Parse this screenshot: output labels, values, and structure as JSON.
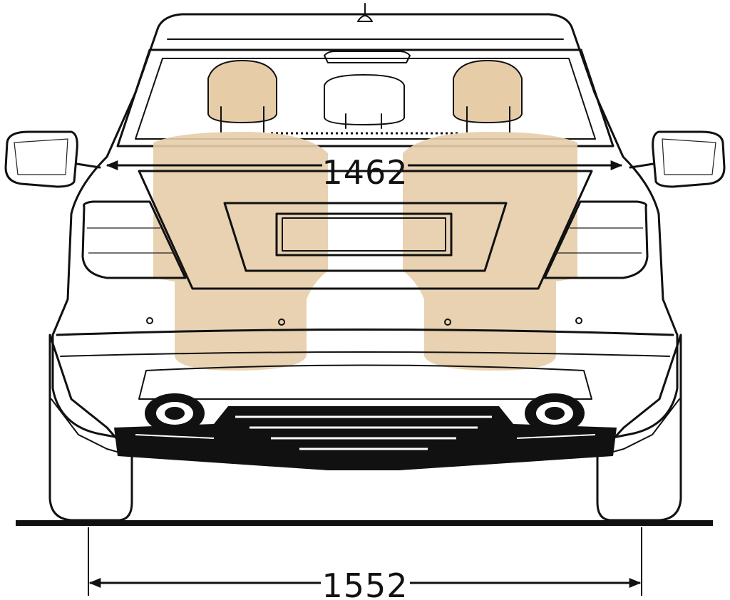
{
  "diagram": {
    "dimensions": [
      {
        "id": "track-width-upper",
        "value": "1462"
      },
      {
        "id": "track-width-lower",
        "value": "1552"
      }
    ]
  },
  "colors": {
    "line": "#111111",
    "seat_fill": "#e6cda8",
    "background": "#ffffff"
  }
}
